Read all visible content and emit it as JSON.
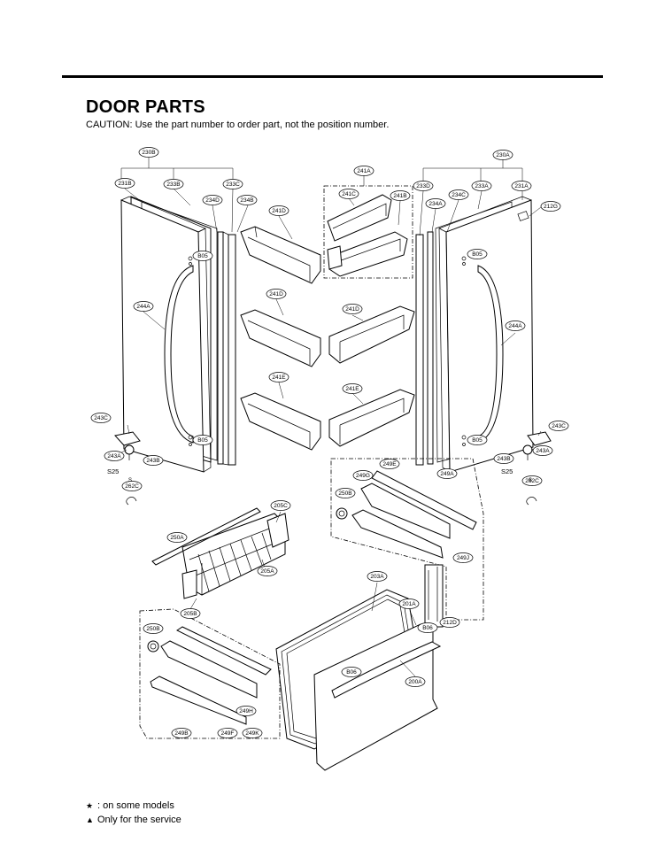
{
  "header": {
    "title": "DOOR PARTS",
    "caution": "CAUTION: Use the part number to order part, not the position number."
  },
  "callouts": {
    "c230B": "230B",
    "c231B": "231B",
    "c233B": "233B",
    "c233C": "233C",
    "c234D": "234D",
    "c234B": "234B",
    "c241A": "241A",
    "c241C": "241C",
    "c241B": "241B",
    "c230A": "230A",
    "c233D": "233D",
    "c234C": "234C",
    "c233A": "233A",
    "c231A": "231A",
    "c234A": "234A",
    "c212G": "212G",
    "c241D_1": "241D",
    "c241D_2": "241D",
    "c241D_3": "241D",
    "c241E_1": "241E",
    "c241E_2": "241E",
    "c244A_L": "244A",
    "c244A_R": "244A",
    "cB05_1": "B05",
    "cB05_2": "B05",
    "cB05_3": "B05",
    "cB05_4": "B05",
    "c243C_L": "243C",
    "c243A_L": "243A",
    "c243B_L": "243B",
    "c262C_L": "262C",
    "c243C_R": "243C",
    "c243A_R": "243A",
    "c243B_R": "243B",
    "c262C_R": "262C",
    "c249A": "249A",
    "c249G": "249G",
    "c249E": "249E",
    "c250B_R": "250B",
    "c249J": "249J",
    "c205C": "205C",
    "c250A": "250A",
    "c205A": "205A",
    "c205B": "205B",
    "c203A": "203A",
    "c201A": "201A",
    "cB06_1": "B06",
    "cB06_2": "B06",
    "c212D": "212D",
    "c200A": "200A",
    "c250B_L": "250B",
    "c249H": "249H",
    "c249B": "249B",
    "c249F": "249F",
    "c249K": "249K"
  },
  "labels": {
    "s25_left": "S25",
    "s25_right": "S25",
    "s_left": "S",
    "s_right": "S"
  },
  "legend": {
    "star_symbol": "★",
    "star_text": ": on some models",
    "triangle_symbol": "▲",
    "triangle_text": "Only for the service"
  }
}
